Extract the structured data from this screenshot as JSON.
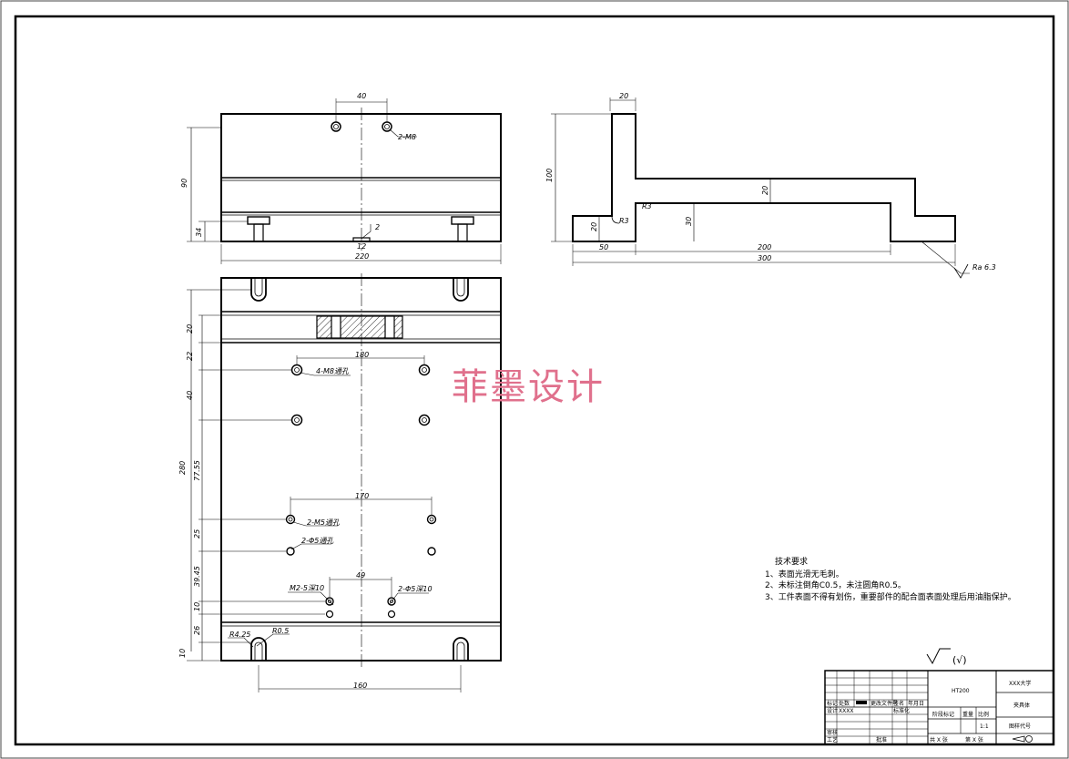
{
  "watermark": "菲墨设计",
  "front_view": {
    "top_spacing": "40",
    "thread_top": "2-M8",
    "height_total": "90",
    "height_lower": "34",
    "slot_width": "12",
    "slot_depth": "2",
    "width": "220"
  },
  "side_view": {
    "upright_width": "20",
    "height_total": "100",
    "rib_thickness": "20",
    "step_height": "30",
    "foot_height": "20",
    "radius_inner": "R3",
    "radius_step": "R3",
    "length_left": "50",
    "length_mid": "200",
    "length_total": "300",
    "roughness": "Ra 6.3"
  },
  "top_view": {
    "dim_20": "20",
    "dim_22": "22",
    "dim_40": "40",
    "dim_280": "280",
    "dim_7755": "77.55",
    "dim_25": "25",
    "dim_3945": "39.45",
    "dim_10": "10",
    "dim_26": "26",
    "dim_bottom_10": "10",
    "hole_spacing_180": "180",
    "hole_label_m8": "4-M8通孔",
    "hole_spacing_170": "170",
    "hole_label_m5": "2-M5通孔",
    "hole_label_phi5": "2-Φ5通孔",
    "hole_spacing_49": "49",
    "hole_label_m2": "M2-5深10",
    "hole_label_phi5_deep": "2-Φ5深10",
    "radius_a": "R4.25",
    "radius_b": "R0.5",
    "slot_spacing": "160"
  },
  "tech_requirements": {
    "title": "技术要求",
    "items": [
      "1、表面光滑无毛刺。",
      "2、未标注倒角C0.5，未注圆角R0.5。",
      "3、工件表面不得有划伤，重要部件的配合面表面处理后用油脂保护。"
    ]
  },
  "roughness_symbol": "(√)",
  "title_block": {
    "material": "HT200",
    "school": "XXX大学",
    "part_name": "夹具体",
    "drawing_no": "图样代号",
    "scale_label": "比例",
    "scale": "1:1",
    "weight_label": "重量",
    "stage_label": "阶段标记",
    "designer_label": "设计",
    "designer": "XXXX",
    "standard_label": "标准化",
    "review_label": "审核",
    "process_label": "工艺",
    "approve_label": "批准",
    "marker_label": "标记",
    "count_label": "处数",
    "change_label": "更改文件号",
    "sign_label": "签名",
    "date_label": "年月日",
    "sheet_total": "共 X 张",
    "sheet_no": "第 X 张"
  },
  "colors": {
    "line": "#000000",
    "watermark": "#e0708c"
  }
}
